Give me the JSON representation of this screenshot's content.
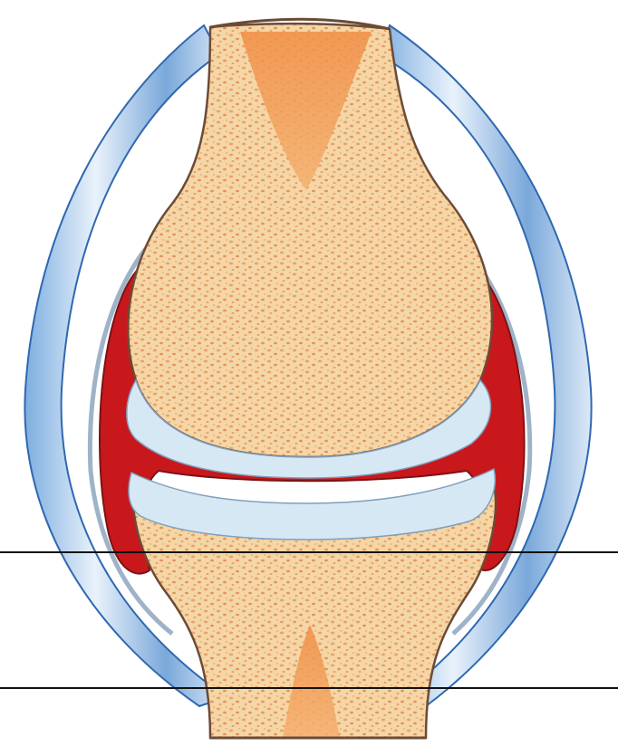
{
  "diagram": {
    "subject": "synovial-joint-cross-section",
    "leader_lines": [
      {
        "id": "leader-line-upper",
        "label": ""
      },
      {
        "id": "leader-line-lower",
        "label": ""
      }
    ]
  },
  "colors": {
    "background": "#ffffff",
    "capsule_blue": "#5b93cf",
    "capsule_light": "#dfeaf7",
    "bone_base": "#f6d7a6",
    "bone_dot": "#e7a367",
    "marrow": "#ef9d55",
    "cartilage": "#cfe3f1",
    "cavity": "#c8181c",
    "outline": "#7a5a45",
    "leader": "#111111"
  }
}
